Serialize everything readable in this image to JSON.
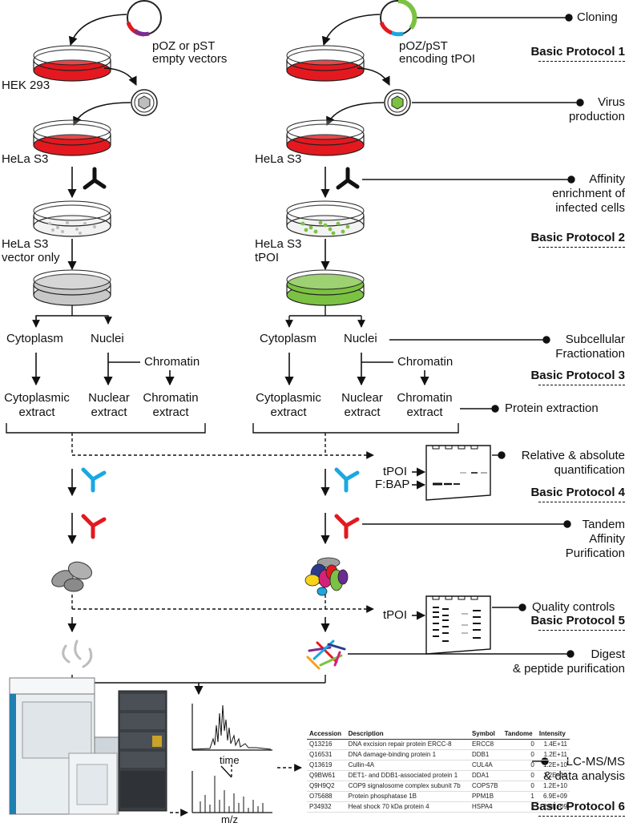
{
  "labels": {
    "vector_left": [
      "pOZ or pST",
      "empty vectors"
    ],
    "vector_right": [
      "pOZ/pST",
      "encoding tPOI"
    ],
    "hek": "HEK 293",
    "hela_left": "HeLa S3",
    "hela_right_top": "HeLa S3",
    "hela_vector_only": [
      "HeLa S3",
      "vector only"
    ],
    "hela_tpoi": [
      "HeLa S3",
      "tPOI"
    ],
    "cytoplasm": "Cytoplasm",
    "nuclei": "Nuclei",
    "chromatin": "Chromatin",
    "cyto_extract": [
      "Cytoplasmic",
      "extract"
    ],
    "nuclear_extract": [
      "Nuclear",
      "extract"
    ],
    "chromatin_extract": [
      "Chromatin",
      "extract"
    ],
    "gel_tpoi": "tPOI",
    "gel_fbap": "F:BAP",
    "qc_tpoi": "tPOI",
    "x_time": "time",
    "x_mz": "m/z"
  },
  "steps": {
    "cloning": "Cloning",
    "virus": [
      "Virus",
      "production"
    ],
    "affinity": [
      "Affinity",
      "enrichment of",
      "infected cells"
    ],
    "subcellular": [
      "Subcellular",
      "Fractionation"
    ],
    "protein_extraction": "Protein extraction",
    "quant": [
      "Relative & absolute",
      "quantification"
    ],
    "tap": [
      "Tandem",
      "Affinity",
      "Purification"
    ],
    "qc": "Quality controls",
    "digest": [
      "Digest",
      "& peptide purification"
    ],
    "lcms": [
      "LC-MS/MS",
      "& data analysis"
    ]
  },
  "protocols": [
    "Basic Protocol 1",
    "Basic Protocol 2",
    "Basic Protocol 3",
    "Basic Protocol 4",
    "Basic Protocol 5",
    "Basic Protocol 6"
  ],
  "colors": {
    "dish_red": "#e3191f",
    "dish_green": "#7cc242",
    "dish_gray": "#c8c8c8",
    "antibody_blue": "#1ba8e0",
    "antibody_red": "#e3191f",
    "vector_purple": "#7b2d90",
    "vector_green": "#7cc242"
  },
  "table": {
    "headers": [
      "Accession",
      "Description",
      "Symbol",
      "Tandome",
      "Intensity"
    ],
    "rows": [
      [
        "Q13216",
        "DNA excision repair protein ERCC-8",
        "ERCC8",
        "0",
        "1.4E+11"
      ],
      [
        "Q16531",
        "DNA damage-binding protein 1",
        "DDB1",
        "0",
        "1.2E+11"
      ],
      [
        "Q13619",
        "Cullin-4A",
        "CUL4A",
        "0",
        "1.2E+10"
      ],
      [
        "Q9BW61",
        "DET1- and DDB1-associated protein 1",
        "DDA1",
        "0",
        "1.2E+10"
      ],
      [
        "Q9H9Q2",
        "COP9 signalosome complex subunit 7b",
        "COPS7B",
        "0",
        "1.2E+10"
      ],
      [
        "O75688",
        "Protein phosphatase 1B",
        "PPM1B",
        "1",
        "6.9E+09"
      ],
      [
        "P34932",
        "Heat shock 70 kDa protein 4",
        "HSPA4",
        "1",
        "2.5E+09"
      ]
    ]
  }
}
